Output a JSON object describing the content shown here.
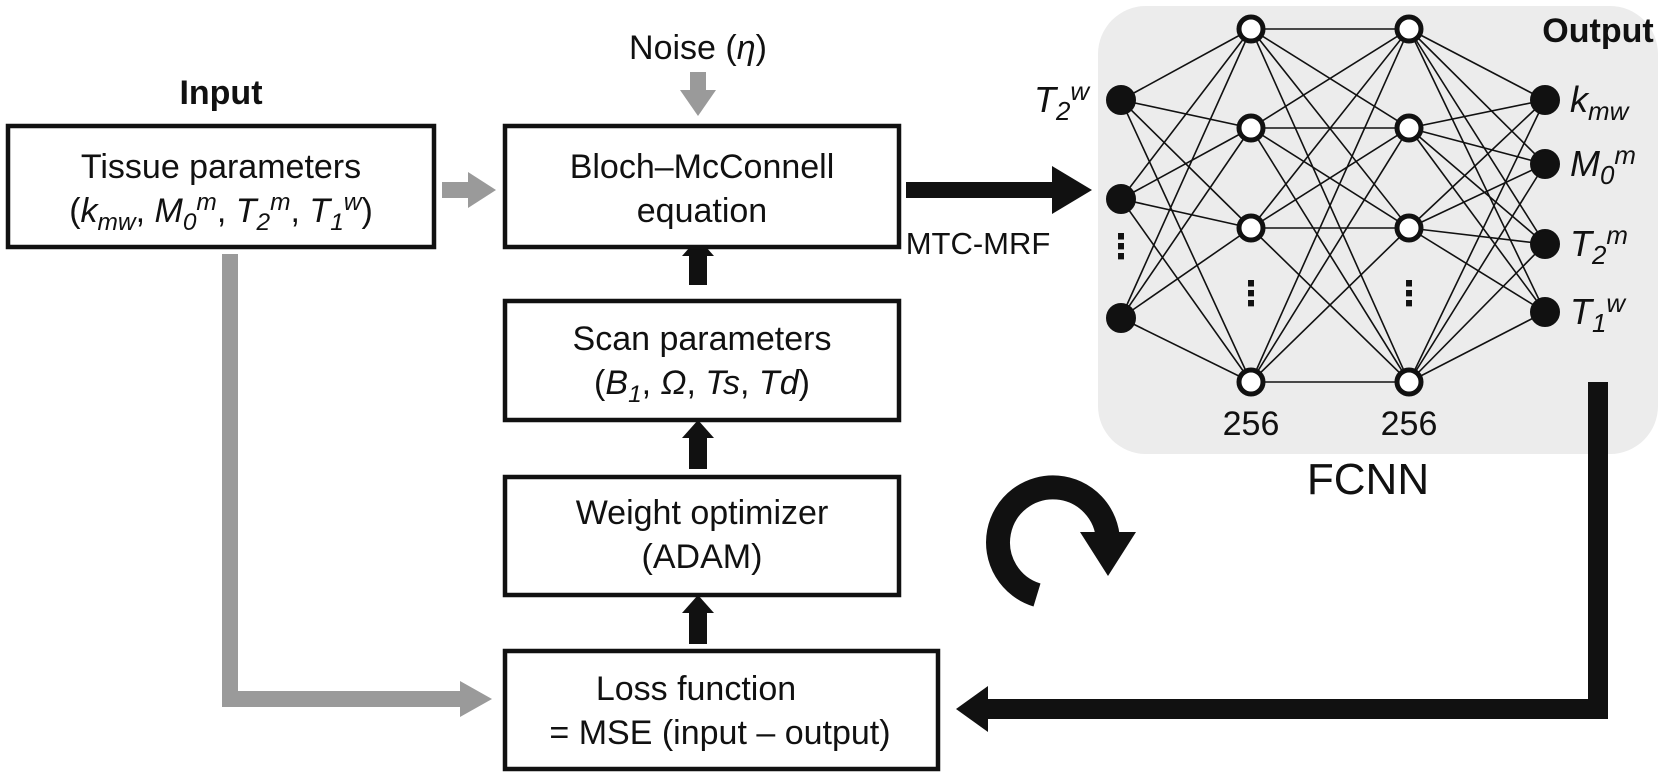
{
  "input_heading": "Input",
  "output_heading": "Output",
  "noise_label": {
    "prefix": "Noise (",
    "symbol": "η",
    "suffix": ")"
  },
  "boxes": {
    "tissue": {
      "line1": "Tissue parameters",
      "line2": [
        {
          "t": "(",
          "i": false
        },
        {
          "t": "k",
          "i": true
        },
        {
          "t": "mw",
          "i": true,
          "sub": true
        },
        {
          "t": ", ",
          "i": false
        },
        {
          "t": "M",
          "i": true
        },
        {
          "t": "0",
          "i": true,
          "sub": true
        },
        {
          "t": "m",
          "i": true,
          "sup": true
        },
        {
          "t": ", ",
          "i": false
        },
        {
          "t": "T",
          "i": true
        },
        {
          "t": "2",
          "i": true,
          "sub": true
        },
        {
          "t": "m",
          "i": true,
          "sup": true
        },
        {
          "t": ", ",
          "i": false
        },
        {
          "t": "T",
          "i": true
        },
        {
          "t": "1",
          "i": true,
          "sub": true
        },
        {
          "t": "w",
          "i": true,
          "sup": true
        },
        {
          "t": ")",
          "i": false
        }
      ]
    },
    "bloch": {
      "line1": "Bloch–McConnell",
      "line2": "equation"
    },
    "scan": {
      "line1": "Scan parameters",
      "line2": [
        {
          "t": "(",
          "i": false
        },
        {
          "t": "B",
          "i": true
        },
        {
          "t": "1",
          "i": true,
          "sub": true
        },
        {
          "t": ", ",
          "i": false
        },
        {
          "t": "Ω",
          "i": true
        },
        {
          "t": ", ",
          "i": false
        },
        {
          "t": "Ts",
          "i": true
        },
        {
          "t": ", ",
          "i": false
        },
        {
          "t": "Td",
          "i": true
        },
        {
          "t": ")",
          "i": false
        }
      ]
    },
    "optimizer": {
      "line1": "Weight optimizer",
      "line2": "(ADAM)"
    },
    "loss": {
      "line1": "Loss function",
      "line2": "=  MSE (input – output)"
    }
  },
  "mtc_label": "MTC-MRF",
  "network": {
    "name": "FCNN",
    "input_nodes": [
      [
        {
          "t": "T",
          "i": true
        },
        {
          "t": "2",
          "i": true,
          "sub": true
        },
        {
          "t": "w",
          "i": true,
          "sup": true
        }
      ]
    ],
    "output_nodes": [
      [
        {
          "t": "k",
          "i": true
        },
        {
          "t": "mw",
          "i": true,
          "sub": true
        }
      ],
      [
        {
          "t": "M",
          "i": true
        },
        {
          "t": "0",
          "i": true,
          "sub": true
        },
        {
          "t": "m",
          "i": true,
          "sup": true
        }
      ],
      [
        {
          "t": "T",
          "i": true
        },
        {
          "t": "2",
          "i": true,
          "sub": true
        },
        {
          "t": "m",
          "i": true,
          "sup": true
        }
      ],
      [
        {
          "t": "T",
          "i": true
        },
        {
          "t": "1",
          "i": true,
          "sub": true
        },
        {
          "t": "w",
          "i": true,
          "sup": true
        }
      ]
    ],
    "hidden_layer_sizes": [
      "256",
      "256"
    ],
    "ellipsis": "⋮"
  },
  "colors": {
    "black": "#111111",
    "gray_arrow": "#9a9a9a",
    "panel_fill": "#ececec"
  },
  "icons": [
    "refresh-icon"
  ]
}
